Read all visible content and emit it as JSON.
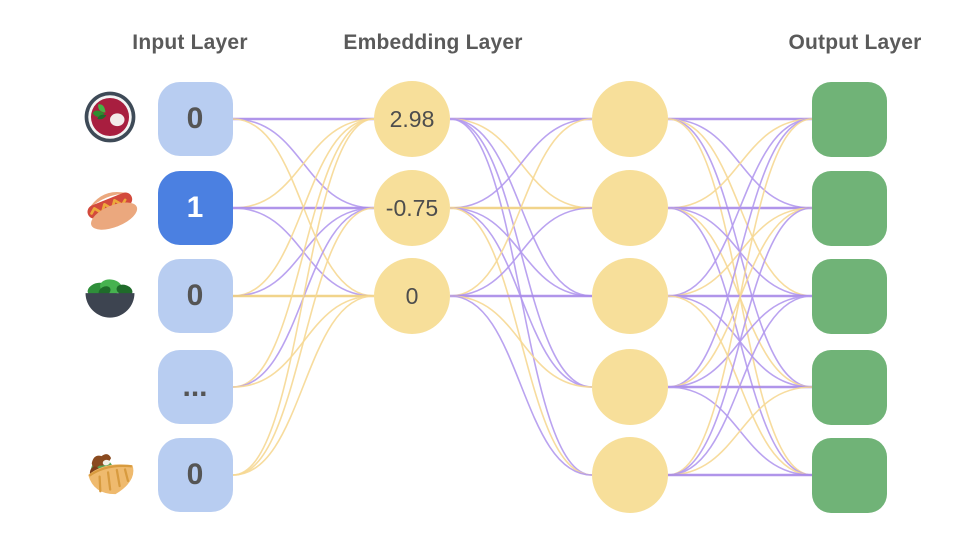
{
  "diagram": {
    "titles": {
      "input": "Input Layer",
      "embedding": "Embedding Layer",
      "output": "Output Layer"
    },
    "input_nodes": [
      {
        "label": "0",
        "state": "inactive",
        "emoji": "borscht-bowl-icon"
      },
      {
        "label": "1",
        "state": "active",
        "emoji": "hot-dog-icon"
      },
      {
        "label": "0",
        "state": "inactive",
        "emoji": "salad-bowl-icon"
      },
      {
        "label": "...",
        "state": "inactive",
        "emoji": null
      },
      {
        "label": "0",
        "state": "inactive",
        "emoji": "pita-wrap-icon"
      }
    ],
    "embedding_nodes": [
      {
        "label": "2.98"
      },
      {
        "label": "-0.75"
      },
      {
        "label": "0"
      }
    ],
    "hidden_nodes_count": 5,
    "output_nodes_count": 5,
    "colors": {
      "node_inactive": "#b8cdf1",
      "node_active": "#4b80e1",
      "node_yellow": "#f7df9a",
      "node_output_green": "#70b377",
      "edge_purple": "#b299ee",
      "edge_purple_thick": "#a78ae8",
      "edge_yellow": "#f6d894",
      "edge_yellow_thick": "#f0cf7e",
      "title_text": "#5a5a5a",
      "value_text": "#555555"
    },
    "connections": {
      "input_to_embedding": [
        "P",
        "p",
        "y",
        "y",
        "P",
        "p",
        "y",
        "p",
        "Y",
        "y",
        "p",
        "y",
        "y",
        "y",
        "y"
      ],
      "embedding_to_hidden": [
        "P",
        "y",
        "p",
        "p",
        "p",
        "p",
        "Y",
        "p",
        "p",
        "y",
        "y",
        "p",
        "P",
        "y",
        "p"
      ],
      "hidden_to_output": [
        "P",
        "p",
        "y",
        "p",
        "y",
        "y",
        "P",
        "p",
        "y",
        "p",
        "p",
        "y",
        "P",
        "p",
        "y",
        "p",
        "y",
        "p",
        "P",
        "p",
        "y",
        "p",
        "p",
        "y",
        "P"
      ]
    }
  }
}
